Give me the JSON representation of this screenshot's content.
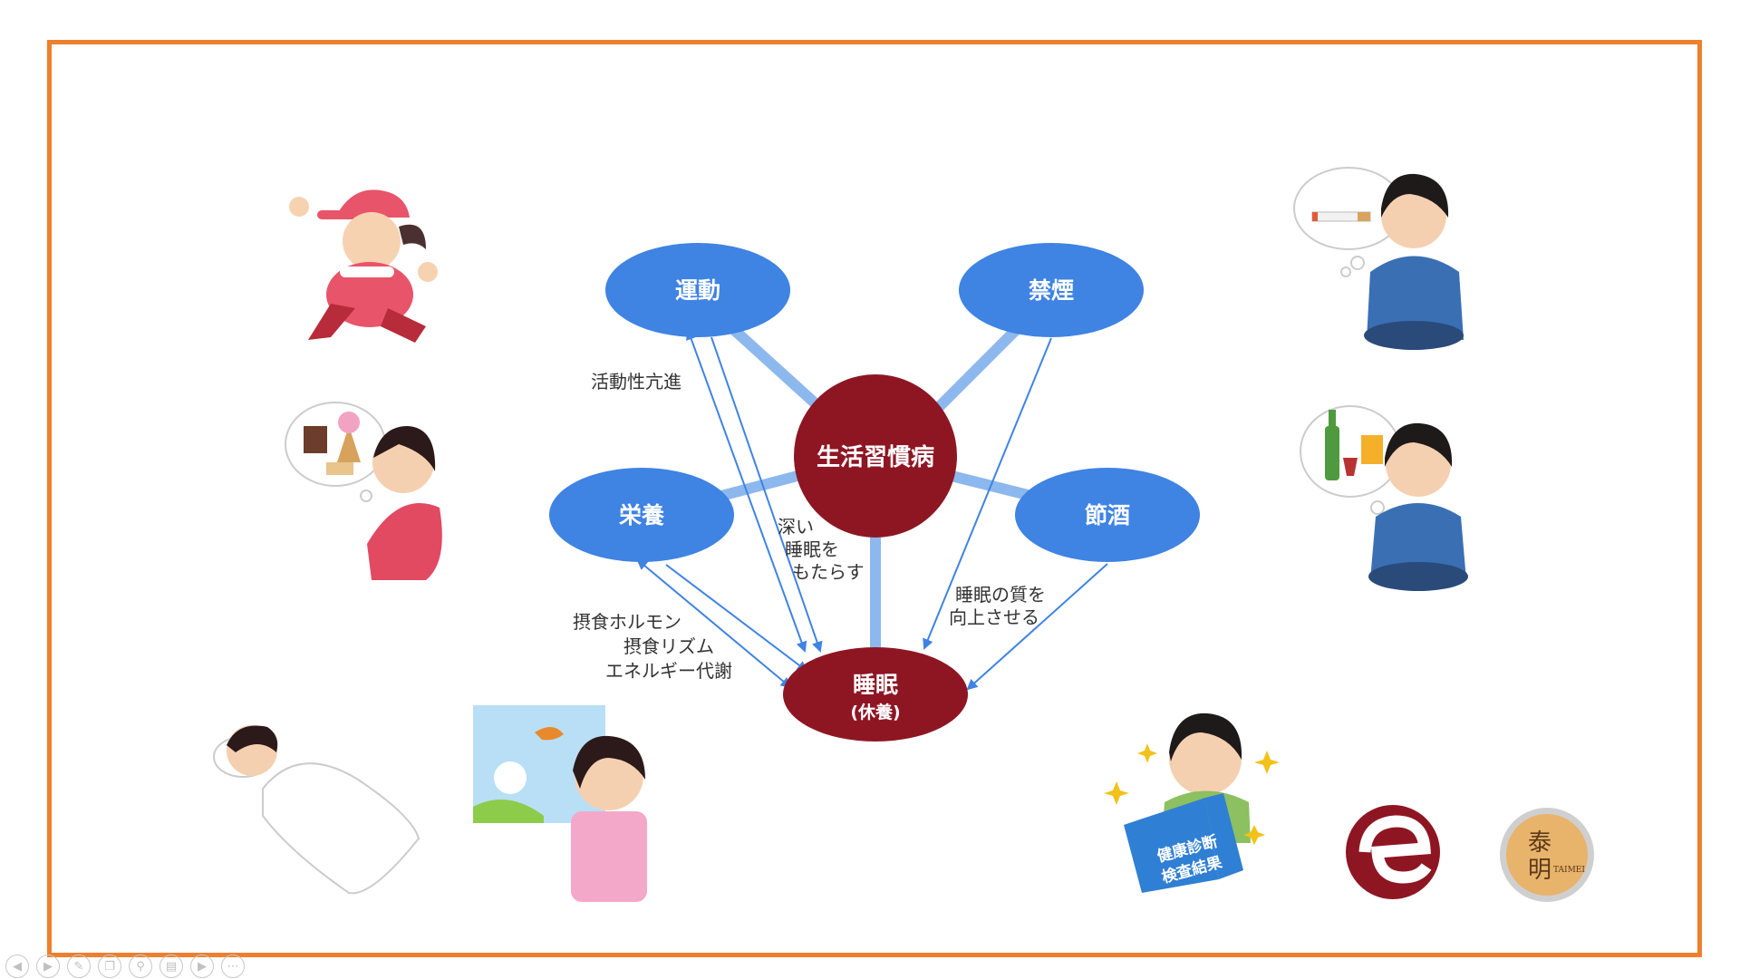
{
  "diagram": {
    "nodes": {
      "lifestyle_disease": "生活習慣病",
      "exercise": "運動",
      "no_smoking": "禁煙",
      "nutrition": "栄養",
      "moderate_drinking": "節酒",
      "sleep": "睡眠",
      "sleep_sub": "(休養)"
    },
    "labels": {
      "activity": "活動性亢進",
      "deep_sleep": [
        "深い",
        "睡眠を",
        "もたらす"
      ],
      "sleep_quality": [
        "睡眠の質を",
        "向上させる"
      ],
      "hormones": [
        "摂食ホルモン",
        "摂食リズム",
        "エネルギー代謝"
      ]
    }
  },
  "illustrations": {
    "health_report": "健康診断\n検査結果"
  },
  "logos": {
    "taimei": "泰明",
    "taimei_en": "TAIMEI"
  },
  "toolbar": {
    "icons": [
      "prev-icon",
      "next-icon",
      "pen-icon",
      "copy-icon",
      "zoom-icon",
      "subtitle-icon",
      "video-icon",
      "more-icon"
    ]
  },
  "colors": {
    "frame": "#ee7f2d",
    "node_blue": "#3f83e3",
    "node_red": "#8e1623",
    "connector": "#8cb8ee",
    "arrow": "#3f83e3"
  }
}
